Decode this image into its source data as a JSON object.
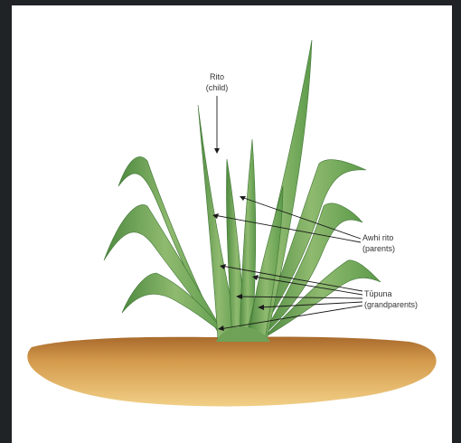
{
  "labels": {
    "rito_name": "Rito",
    "rito_gloss": "(child)",
    "awhi_name": "Awhi rito",
    "awhi_gloss": "(parents)",
    "tupuna_name": "Tūpuna",
    "tupuna_gloss": "(grandparents)"
  },
  "colors": {
    "background": "#1f2326",
    "canvas": "#ffffff",
    "leaf_light": "#8fba6f",
    "leaf_dark": "#4e8a40",
    "soil_light": "#e7b45e",
    "soil_dark": "#a86a2c"
  }
}
